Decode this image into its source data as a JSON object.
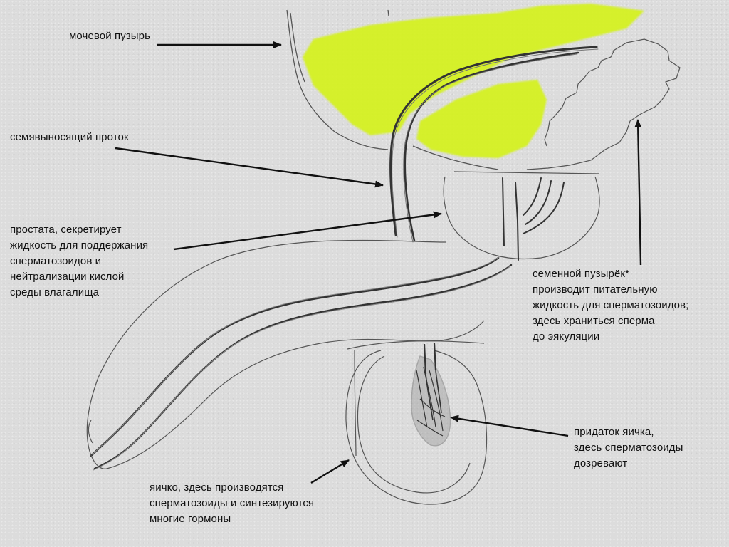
{
  "labels": {
    "bladder": "мочевой пузырь",
    "vas_deferens": "семявыносящий проток",
    "prostate": "простата, секретирует\nжидкость для поддержания\nсперматозоидов и\nнейтрализации кислой\nсреды влагалища",
    "seminal_vesicle": "семенной пузырёк*\nпроизводит питательную\nжидкость для сперматозоидов;\nздесь храниться сперма\nдо эякуляции",
    "epididymis": "придаток яичка,\nздесь сперматозоиды\nдозревают",
    "testis": "яичко, здесь производятся\nсперматозоиды и синтезируются\nмногие гормоны"
  },
  "colors": {
    "background": "#dcdcdc",
    "highlight": "#d4f21a",
    "outline": "#555555",
    "duct": "#333333",
    "arrow": "#111111"
  }
}
